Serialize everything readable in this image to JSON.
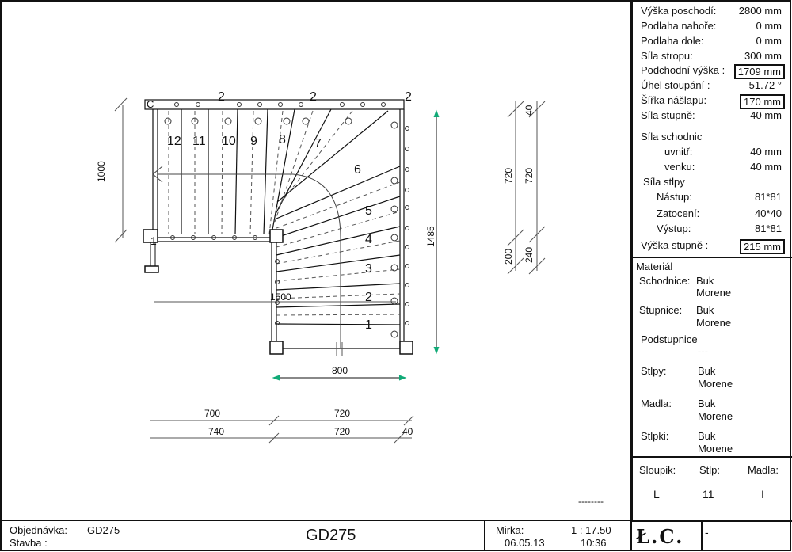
{
  "drawing": {
    "steps_top": [
      "12",
      "11",
      "10",
      "9",
      "8",
      "7"
    ],
    "steps_mid": [
      "6",
      "5",
      "4",
      "3",
      "2",
      "1"
    ],
    "corner_label": "C",
    "top_marks": [
      "2",
      "2",
      "2"
    ],
    "landing_post_label": "1",
    "dim_left_1000": "1000",
    "dim_1485": "1485",
    "dim_1500": "1500",
    "dim_800": "800",
    "dim_40_top": "40",
    "dim_720_a": "720",
    "dim_720_b": "720",
    "dim_200": "200",
    "dim_240": "240",
    "bottom_row1": [
      "700",
      "720"
    ],
    "bottom_row2": [
      "740",
      "720",
      "40"
    ],
    "dashes": "--------"
  },
  "params": {
    "rows": [
      {
        "label": "Výška poschodí:",
        "value": "2800 mm"
      },
      {
        "label": "Podlaha nahoře:",
        "value": "0 mm"
      },
      {
        "label": "Podlaha dole:",
        "value": "0 mm"
      },
      {
        "label": "Síla stropu:",
        "value": "300 mm"
      },
      {
        "label": "Podchodní výška :",
        "value": "1709 mm"
      },
      {
        "label": "Úhel stoupání :",
        "value": "51.72 °"
      },
      {
        "label": "Šířka nášlapu:",
        "value": "170 mm"
      },
      {
        "label": "Síla stupně:",
        "value": "40 mm"
      }
    ],
    "schodnic_title": "Síla schodnic",
    "schodnic": [
      {
        "label": "uvnitř:",
        "value": "40 mm"
      },
      {
        "label": "venku:",
        "value": "40 mm"
      }
    ],
    "stlpy_title": "Síla stlpy",
    "stlpy": [
      {
        "label": "Nástup:",
        "value": "81*81"
      },
      {
        "label": "Zatocení:",
        "value": "40*40"
      },
      {
        "label": "Výstup:",
        "value": "81*81"
      }
    ],
    "vyska": {
      "label": "Výška stupně :",
      "value": "215 mm"
    }
  },
  "material": {
    "title": "Materiál",
    "items": [
      {
        "label": "Schodnice:",
        "v1": "Buk",
        "v2": "Morene"
      },
      {
        "label": "Stupnice:",
        "v1": "Buk",
        "v2": "Morene"
      },
      {
        "label": "Podstupnice",
        "v1": "---",
        "v2": ""
      },
      {
        "label": "Stlpy:",
        "v1": "Buk",
        "v2": "Morene"
      },
      {
        "label": "Madla:",
        "v1": "Buk",
        "v2": "Morene"
      },
      {
        "label": "Stlpki:",
        "v1": "Buk",
        "v2": "Morene"
      }
    ]
  },
  "summary": {
    "headers": [
      "Sloupik:",
      "Stlp:",
      "Madla:"
    ],
    "values": [
      "L",
      "11",
      "I"
    ]
  },
  "titleblock": {
    "order_label": "Objednávka:",
    "order_value": "GD275",
    "site_label": "Stavba :",
    "site_value": "",
    "center_title": "GD275",
    "scale_label": "Mirka:",
    "scale_value": "1 : 17.50",
    "date": "06.05.13",
    "time": "10:36",
    "logo_text": "Ł.C.",
    "dash": "-"
  }
}
